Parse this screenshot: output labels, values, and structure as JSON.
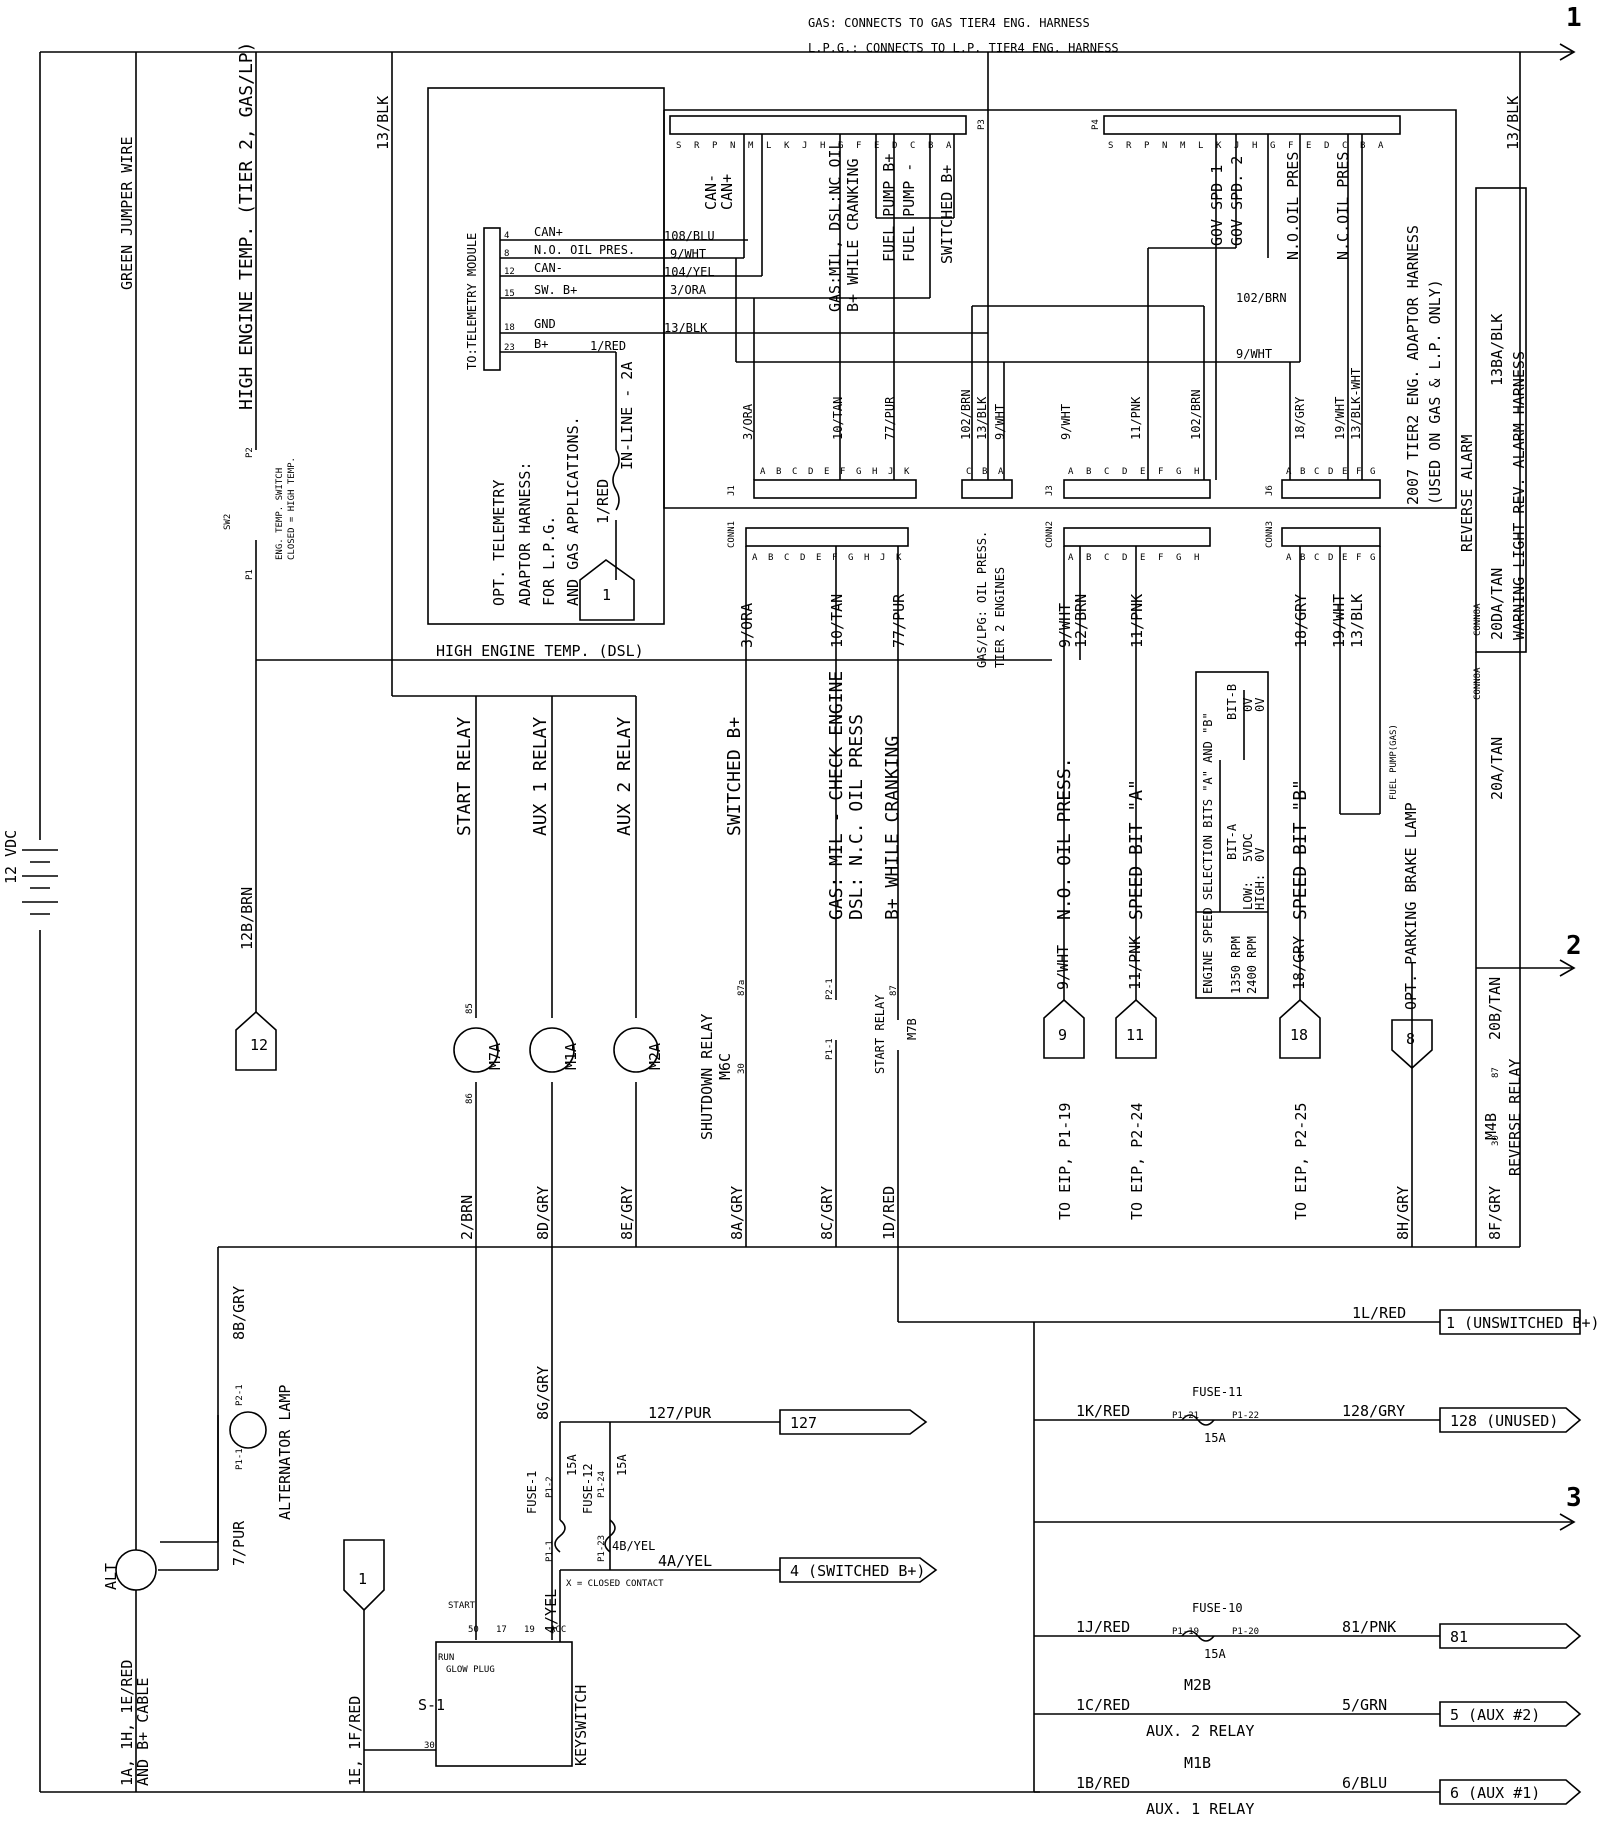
{
  "header": {
    "gas_note": "GAS:   CONNECTS TO GAS TIER4 ENG. HARNESS",
    "lpg_note": "L.P.G.: CONNECTS TO L.P. TIER4 ENG. HARNESS"
  },
  "sheet_refs": [
    "1",
    "2",
    "3"
  ],
  "left": {
    "battery": "12 VDC",
    "green_jumper": "GREEN JUMPER WIRE",
    "high_temp_gas": "HIGH ENGINE TEMP. (TIER 2, GAS/LP)",
    "sw2": "SW2",
    "sw_label_1": "ENG. TEMP. SWITCH",
    "sw_label_2": "CLOSED = HIGH TEMP.",
    "p1": "P1",
    "p2": "P2",
    "wire_12b": "12B/BRN",
    "conn_12": "12",
    "wire_13blk": "13/BLK",
    "wire_8bgry": "8B/GRY",
    "alt_lamp": "ALTERNATOR LAMP",
    "p1_1": "P1-1",
    "p2_1": "P2-1",
    "wire_7pur": "7/PUR",
    "alt": "ALT",
    "wire_b_cable_1": "1A, 1H, 1E/RED",
    "wire_b_cable_2": "AND B+ CABLE",
    "wire_1e": "1E, 1F/RED",
    "conn_1b": "1"
  },
  "telemetry": {
    "module": "TO:TELEMETRY MODULE",
    "pins": [
      {
        "pin": "4",
        "sig": "CAN+",
        "wire": "108/BLU"
      },
      {
        "pin": "8",
        "sig": "N.O. OIL PRES.",
        "wire": "9/WHT"
      },
      {
        "pin": "12",
        "sig": "CAN-",
        "wire": "104/YEL"
      },
      {
        "pin": "15",
        "sig": "SW. B+",
        "wire": "3/ORA"
      },
      {
        "pin": "18",
        "sig": "GND",
        "wire": "13/BLK"
      },
      {
        "pin": "23",
        "sig": "B+",
        "wire": "1/RED"
      }
    ],
    "inline": "IN-LINE - 2A",
    "wire_1red": "1/RED",
    "desc_1": "OPT. TELEMETRY",
    "desc_2": "ADAPTOR HARNESS:",
    "desc_3": "FOR L.P.G.",
    "desc_4": "AND GAS APPLICATIONS.",
    "conn_1": "1"
  },
  "p3": {
    "name": "P3",
    "pins": [
      "S",
      "R",
      "P",
      "N",
      "M",
      "L",
      "K",
      "J",
      "H",
      "G",
      "F",
      "E",
      "D",
      "C",
      "B",
      "A"
    ],
    "can_minus": "CAN-",
    "can_plus": "CAN+",
    "gas_mil": "GAS:MIL, DSL:NC OIL",
    "bwc": "B+ WHILE CRANKING",
    "fuel_pump_b": "FUEL PUMP B+",
    "fuel_pump_neg": "FUEL PUMP -",
    "switched_b": "SWITCHED B+"
  },
  "p4": {
    "name": "P4",
    "pins": [
      "S",
      "R",
      "P",
      "N",
      "M",
      "L",
      "K",
      "J",
      "H",
      "G",
      "F",
      "E",
      "D",
      "C",
      "B",
      "A"
    ],
    "gov1": "GOV SPD 1",
    "gov2": "GOV SPD. 2",
    "no_oil": "N.O.OIL PRES",
    "nc_oil": "N.C.OIL PRES",
    "w102": "102/BRN",
    "w9": "9/WHT"
  },
  "harness": {
    "title": "2007 TIER2 ENG. ADAPTOR HARNESS",
    "sub": "(USED ON GAS & L.P. ONLY)"
  },
  "j1": {
    "name": "J1",
    "pins": [
      "A",
      "B",
      "C",
      "D",
      "E",
      "F",
      "G",
      "H",
      "J",
      "K"
    ],
    "wires": [
      "3/ORA",
      "10/TAN",
      "77/PUR"
    ]
  },
  "j2": {
    "pins": [
      "C",
      "B",
      "A"
    ],
    "wires": [
      "102/BRN",
      "13/BLK",
      "9/WHT"
    ]
  },
  "j3": {
    "name": "J3",
    "pins": [
      "A",
      "B",
      "C",
      "D",
      "E",
      "F",
      "G",
      "H"
    ],
    "wires": [
      "9/WHT",
      "11/PNK",
      "102/BRN"
    ]
  },
  "j6": {
    "name": "J6",
    "pins": [
      "A",
      "B",
      "C",
      "D",
      "E",
      "F",
      "G"
    ],
    "wires": [
      "18/GRY",
      "19/WHT",
      "13/BLK-WHT"
    ]
  },
  "conn1": {
    "name": "CONN1",
    "pins": [
      "A",
      "B",
      "C",
      "D",
      "E",
      "F",
      "G",
      "H",
      "J",
      "K"
    ],
    "wires": [
      "3/ORA",
      "10/TAN",
      "77/PUR"
    ]
  },
  "conn2": {
    "name": "CONN2",
    "pins": [
      "A",
      "B",
      "C",
      "D",
      "E",
      "F",
      "G",
      "H"
    ],
    "wires": [
      "9/WHT",
      "12/BRN",
      "11/PNK"
    ]
  },
  "conn3": {
    "name": "CONN3",
    "pins": [
      "A",
      "B",
      "C",
      "D",
      "E",
      "F",
      "G"
    ],
    "wires": [
      "18/GRY",
      "19/WHT",
      "13/BLK"
    ]
  },
  "gas_lpg_oil": "GAS/LPG: OIL PRESS.",
  "tier2": "TIER 2 ENGINES",
  "dsl_temp": "HIGH ENGINE TEMP. (DSL)",
  "relays": {
    "start": "START RELAY",
    "aux1": "AUX 1 RELAY",
    "aux2": "AUX 2 RELAY",
    "m7a": "M7A",
    "m1a": "M1A",
    "m2a": "M2A",
    "p85": "85",
    "p86": "86"
  },
  "mid": {
    "switched_b": "SWITCHED B+",
    "gas_mil_1": "GAS: MIL - CHECK ENGINE",
    "gas_mil_2": "DSL: N.C. OIL PRESS",
    "bwc": "B+ WHILE CRANKING",
    "shutdown_1": "SHUTDOWN RELAY",
    "shutdown_2": "M6C",
    "start_relay_1": "START RELAY",
    "start_relay_2": "M7B",
    "p30": "30",
    "p87a": "87a",
    "p87": "87",
    "p1_1": "P1-1",
    "p2_1": "P2-1"
  },
  "speed": {
    "no_oil": "N.O. OIL PRESS.",
    "speed_a": "SPEED BIT \"A\"",
    "speed_b": "SPEED BIT \"B\"",
    "table_title": "ENGINE SPEED SELECTION BITS \"A\" AND \"B\"",
    "bit_a": "BIT-A",
    "bit_b": "BIT-B",
    "low": "LOW:",
    "high": "HIGH:",
    "a_low": "5VDC",
    "a_high": "0V",
    "b_low": "0V",
    "b_high": "0V",
    "rpm_low": "1350 RPM",
    "rpm_high": "2400 RPM",
    "to_eip_9": "TO EIP, P1-19",
    "to_eip_11": "TO EIP, P2-24",
    "to_eip_18": "TO EIP, P2-25",
    "conn_9": "9",
    "conn_11": "11",
    "conn_18": "18",
    "w9": "9/WHT",
    "w11": "11/PNK",
    "w18": "18/GRY",
    "fuel_pump": "FUEL PUMP(GAS)"
  },
  "right": {
    "w13blk": "13/BLK",
    "w13ba": "13BA/BLK",
    "reverse_alarm": "REVERSE ALARM",
    "warning": "WARNING LIGHT-REV. ALARM HARNESS",
    "w20da": "20DA/TAN",
    "w20a": "20A/TAN",
    "w20b": "20B/TAN",
    "conn8a_1": "CONN8A",
    "conn8a_2": "CONN8A",
    "opt_park": "OPT. PARKING BRAKE LAMP",
    "conn_8": "8",
    "reverse_relay": "REVERSE RELAY",
    "m4b": "M4B",
    "p30": "30",
    "p87": "87"
  },
  "grays": {
    "w2brn": "2/BRN",
    "w8d": "8D/GRY",
    "w8e": "8E/GRY",
    "w8a": "8A/GRY",
    "w8c": "8C/GRY",
    "w1d": "1D/RED",
    "w8h": "8H/GRY",
    "w8f": "8F/GRY"
  },
  "bottom": {
    "w8g": "8G/GRY",
    "w127": "127/PUR",
    "c127": "127",
    "fuse1": "FUSE-1",
    "fuse12": "FUSE-12",
    "a15": "15A",
    "p1_2": "P1-2",
    "p1_1": "P1-1",
    "p1_24": "P1-24",
    "p1_23": "P1-23",
    "w4b": "4B/YEL",
    "w4a": "4A/YEL",
    "w4": "4/YEL",
    "closed": "X = CLOSED CONTACT",
    "c4": "4  (SWITCHED B+)",
    "keyswitch": "KEYSWITCH",
    "s1": "S-1",
    "run": "RUN",
    "glow": "GLOW PLUG",
    "start": "START",
    "k50": "50",
    "k17": "17",
    "k19": "19",
    "kacc": "ACC",
    "k30": "30",
    "w1l": "1L/RED",
    "c1u": "1 (UNSWITCHED B+)",
    "w1k": "1K/RED",
    "fuse11": "FUSE-11",
    "p1_21": "P1-21",
    "p1_22": "P1-22",
    "w128": "128/GRY",
    "c128": "128 (UNUSED)",
    "w1j": "1J/RED",
    "fuse10": "FUSE-10",
    "p1_19": "P1-19",
    "p1_20": "P1-20",
    "w81": "81/PNK",
    "c81": "81",
    "w1c": "1C/RED",
    "m2b": "M2B",
    "aux2": "AUX. 2 RELAY",
    "w5": "5/GRN",
    "c5": "5  (AUX #2)",
    "w1b": "1B/RED",
    "m1b": "M1B",
    "aux1": "AUX. 1 RELAY",
    "w6": "6/BLU",
    "c6": "6  (AUX #1)"
  }
}
